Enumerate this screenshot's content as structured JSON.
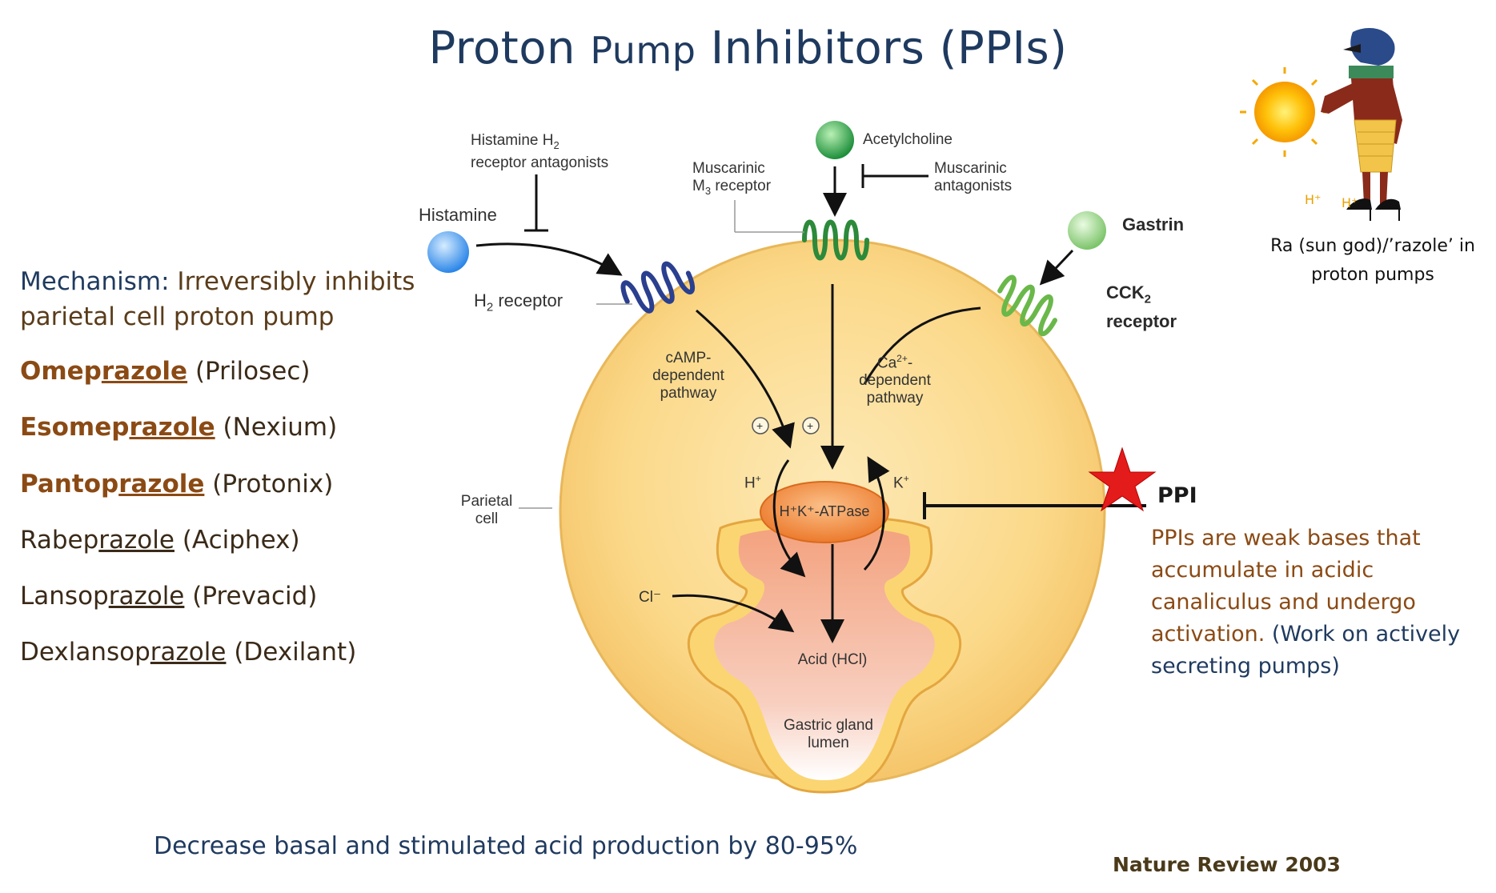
{
  "title": {
    "part1": "Proton ",
    "part2": "Pump",
    "part3": " Inhibitors (PPIs)"
  },
  "mechanism": {
    "label": "Mechanism:",
    "text": "Irreversibly inhibits parietal cell proton pump"
  },
  "drugs": [
    {
      "prefix": "Omep",
      "suffix": "razole",
      "brand": "(Prilosec)",
      "bold": true
    },
    {
      "prefix": "Esomep",
      "suffix": "razole",
      "brand": "(Nexium)",
      "bold": true
    },
    {
      "prefix": "Pantop",
      "suffix": "razole",
      "brand": "(Protonix)",
      "bold": true
    },
    {
      "prefix": "Rabep",
      "suffix": "razole",
      "brand": "(Aciphex)",
      "bold": false
    },
    {
      "prefix": "Lansop",
      "suffix": "razole",
      "brand": "(Prevacid)",
      "bold": false
    },
    {
      "prefix": "Dexlansop",
      "suffix": "razole",
      "brand": "(Dexilant)",
      "bold": false
    }
  ],
  "diagram": {
    "histamine": "Histamine",
    "h2_antagonists_line1": "Histamine H",
    "h2_antagonists_sub": "2",
    "h2_antagonists_line2": "receptor antagonists",
    "h2_receptor": "H",
    "h2_receptor_sub": "2",
    "h2_receptor_rest": " receptor",
    "acetylcholine": "Acetylcholine",
    "muscarinic_m3_line1": "Muscarinic",
    "muscarinic_m3_line2": "M",
    "muscarinic_m3_sub": "3",
    "muscarinic_m3_rest": " receptor",
    "muscarinic_antagonists_line1": "Muscarinic",
    "muscarinic_antagonists_line2": "antagonists",
    "gastrin": "Gastrin",
    "cck2_line1": "CCK",
    "cck2_sub": "2",
    "cck2_line2": "receptor",
    "camp_line1": "cAMP-",
    "camp_line2": "dependent",
    "camp_line3": "pathway",
    "ca_line1": "Ca",
    "ca_sup": "2+",
    "ca_line1_rest": "-",
    "ca_line2": "dependent",
    "ca_line3": "pathway",
    "plus": "+",
    "h_plus": "H",
    "k_plus": "K",
    "sup_plus": "+",
    "atpase": "H⁺K⁺-ATPase",
    "cl": "Cl⁻",
    "acid": "Acid (HCl)",
    "gland_line1": "Gastric gland",
    "gland_line2": "lumen",
    "parietal_line1": "Parietal",
    "parietal_line2": "cell",
    "ppi": "PPI"
  },
  "ppi_description": {
    "brown": "PPIs are weak bases that accumulate in acidic canaliculus and undergo activation.",
    "blue": " (Work on actively secreting pumps)"
  },
  "ra": {
    "caption": "Ra (sun god)/’razole’ in proton pumps",
    "h1": "H⁺",
    "h2": "H⁺"
  },
  "footer": "Decrease basal and stimulated acid production by 80-95%",
  "citation": "Nature Review 2003",
  "colors": {
    "title": "#1f3a5f",
    "brand_brown": "#8b4a14",
    "cell_fill": "#fbd98a",
    "cell_edge": "#e8b75a",
    "receptor_blue": "#2a3f8f",
    "receptor_green": "#2c8a3a",
    "receptor_lightgreen": "#6ab84a",
    "atpase_orange": "#f08a3a",
    "star_red": "#e41b1b"
  }
}
